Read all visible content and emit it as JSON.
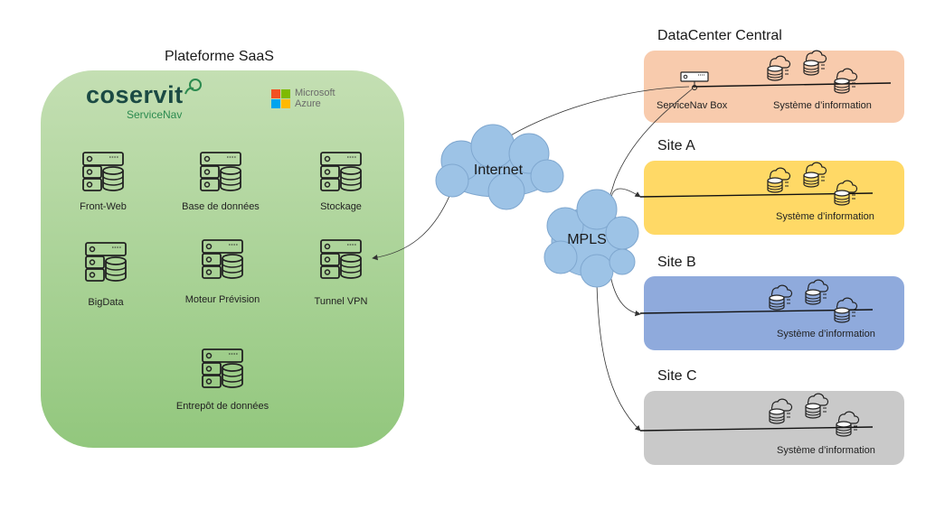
{
  "platform": {
    "title": "Plateforme SaaS",
    "logo": {
      "name": "coservit",
      "sub": "ServiceNav"
    },
    "partner": {
      "line1": "Microsoft",
      "line2": "Azure"
    },
    "servers": [
      {
        "label": "Front-Web",
        "icon": "server-icon"
      },
      {
        "label": "Base de données",
        "icon": "server-icon"
      },
      {
        "label": "Stockage",
        "icon": "server-icon"
      },
      {
        "label": "BigData",
        "icon": "server-icon"
      },
      {
        "label": "Moteur Prévision",
        "icon": "server-icon"
      },
      {
        "label": "Tunnel VPN",
        "icon": "server-icon"
      },
      {
        "label": "Entrepôt de données",
        "icon": "server-icon"
      }
    ],
    "color": "#a9d18e"
  },
  "clouds": {
    "internet": "Internet",
    "mpls": "MPLS"
  },
  "sites": [
    {
      "title": "DataCenter Central",
      "si_label": "Système d’information",
      "box_label": "ServiceNav Box",
      "color": "#f8cbad"
    },
    {
      "title": "Site A",
      "si_label": "Système d’information",
      "color": "#ffd966"
    },
    {
      "title": "Site B",
      "si_label": "Système d’information",
      "color": "#8faadc"
    },
    {
      "title": "Site C",
      "si_label": "Système d’information",
      "color": "#c9c9c9"
    }
  ]
}
